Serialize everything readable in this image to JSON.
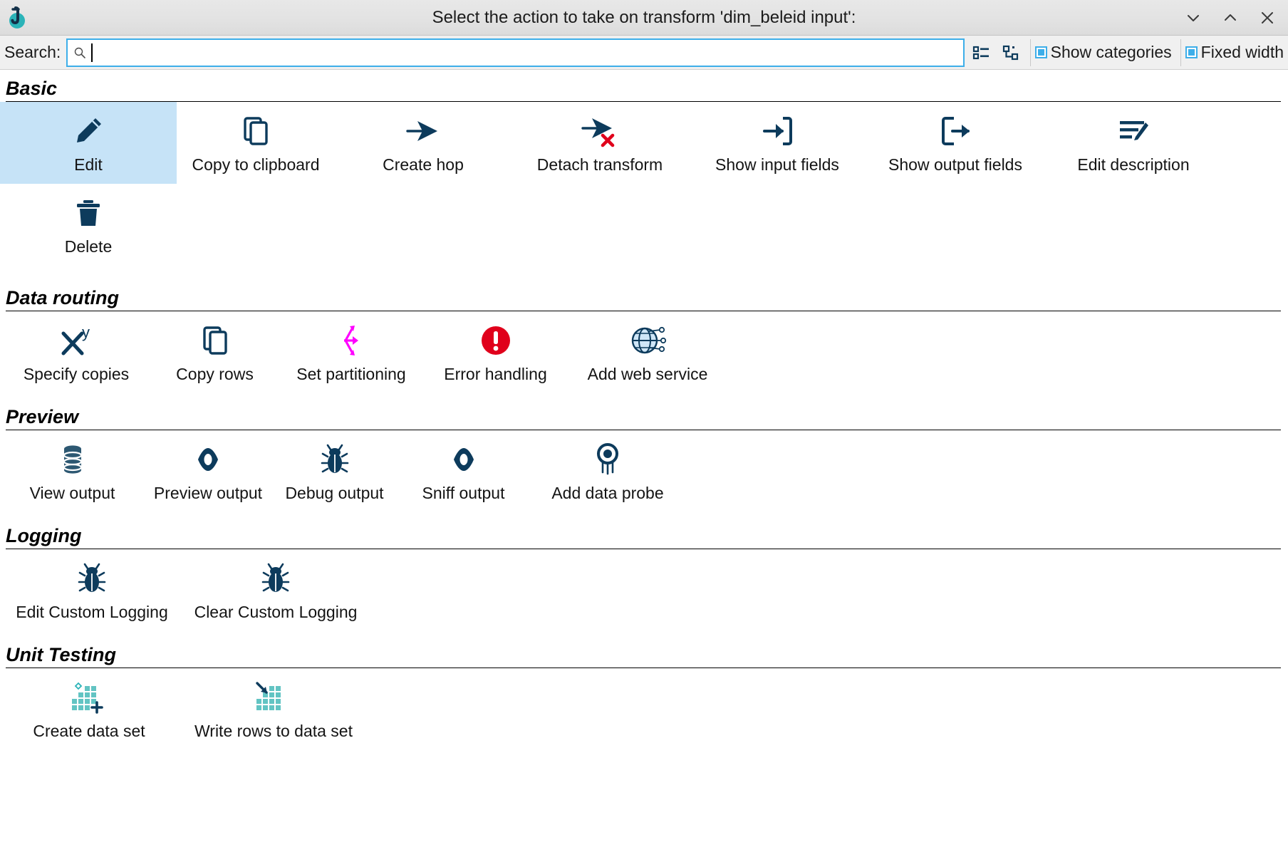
{
  "window": {
    "title": "Select the action to take on transform 'dim_beleid input':",
    "logo_icon": "apache-hop-logo-icon",
    "controls": [
      {
        "name": "minimize",
        "glyph": "⌄"
      },
      {
        "name": "maximize",
        "glyph": "⌃"
      },
      {
        "name": "close",
        "glyph": "×"
      }
    ]
  },
  "search": {
    "label": "Search:",
    "value": "",
    "placeholder": "",
    "icon": "search-icon"
  },
  "toolbar": {
    "buttons": [
      {
        "name": "list-view-toggle",
        "icon": "list-view-icon"
      },
      {
        "name": "tree-view-toggle",
        "icon": "tree-view-icon"
      }
    ],
    "checkboxes": [
      {
        "name": "show-categories",
        "label": "Show categories",
        "checked": true
      },
      {
        "name": "fixed-width",
        "label": "Fixed width",
        "checked": true
      }
    ]
  },
  "colors": {
    "accent_blue": "#3daee9",
    "icon_navy": "#0d3b5c",
    "selection_bg": "#c6e3f7",
    "magenta": "#ff00ff",
    "error_red": "#e0001b",
    "teal": "#62c4c3",
    "titlebar_bg": "#e3e3e3"
  },
  "sections": [
    {
      "title": "Basic",
      "items": [
        {
          "label": "Edit",
          "icon": "pencil-icon",
          "selected": true
        },
        {
          "label": "Copy to clipboard",
          "icon": "copy-icon",
          "selected": false
        },
        {
          "label": "Create hop",
          "icon": "hop-arrow-icon",
          "selected": false
        },
        {
          "label": "Detach transform",
          "icon": "hop-arrow-delete-icon",
          "selected": false
        },
        {
          "label": "Show input fields",
          "icon": "input-fields-icon",
          "selected": false
        },
        {
          "label": "Show output fields",
          "icon": "output-fields-icon",
          "selected": false
        },
        {
          "label": "Edit description",
          "icon": "description-edit-icon",
          "selected": false
        },
        {
          "label": "Delete",
          "icon": "trash-icon",
          "selected": false
        }
      ]
    },
    {
      "title": "Data routing",
      "items": [
        {
          "label": "Specify copies",
          "icon": "x-to-the-y-icon",
          "selected": false
        },
        {
          "label": "Copy rows",
          "icon": "copy-rows-icon",
          "selected": false
        },
        {
          "label": "Set partitioning",
          "icon": "partitioning-icon",
          "selected": false
        },
        {
          "label": "Error handling",
          "icon": "error-circle-icon",
          "selected": false
        },
        {
          "label": "Add web service",
          "icon": "globe-web-service-icon",
          "selected": false
        }
      ]
    },
    {
      "title": "Preview",
      "items": [
        {
          "label": "View output",
          "icon": "database-icon",
          "selected": false
        },
        {
          "label": "Preview output",
          "icon": "eye-icon",
          "selected": false
        },
        {
          "label": "Debug output",
          "icon": "bug-icon",
          "selected": false
        },
        {
          "label": "Sniff output",
          "icon": "eye-icon",
          "selected": false
        },
        {
          "label": "Add data probe",
          "icon": "data-probe-icon",
          "selected": false
        }
      ]
    },
    {
      "title": "Logging",
      "items": [
        {
          "label": "Edit Custom Logging",
          "icon": "bug-icon",
          "selected": false
        },
        {
          "label": "Clear Custom Logging",
          "icon": "bug-icon",
          "selected": false
        }
      ]
    },
    {
      "title": "Unit Testing",
      "items": [
        {
          "label": "Create data set",
          "icon": "create-data-set-icon",
          "selected": false
        },
        {
          "label": "Write rows to data set",
          "icon": "write-rows-data-set-icon",
          "selected": false
        }
      ]
    }
  ]
}
